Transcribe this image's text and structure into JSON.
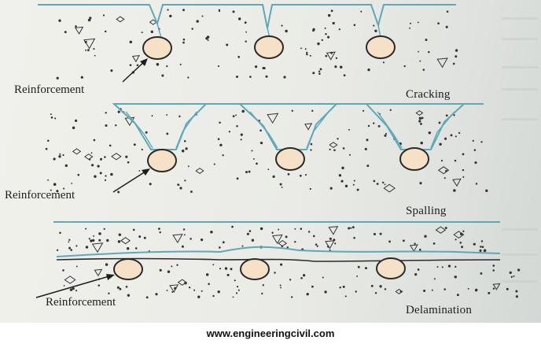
{
  "diagram": {
    "panels": [
      {
        "id": "cracking",
        "reinforcement_label": "Reinforcement",
        "caption": "Cracking"
      },
      {
        "id": "spalling",
        "reinforcement_label": "Reinforcement",
        "caption": "Spalling"
      },
      {
        "id": "delamination",
        "reinforcement_label": "Reinforcement",
        "caption": "Delamination"
      }
    ],
    "footer": "www.engineeringcivil.com"
  },
  "colors": {
    "crack_line": "#5fa8b8",
    "rebar_fill": "#f6e1c8",
    "rebar_stroke": "#2a2a2a",
    "aggregate": "#333333",
    "background": "#eceee9"
  }
}
